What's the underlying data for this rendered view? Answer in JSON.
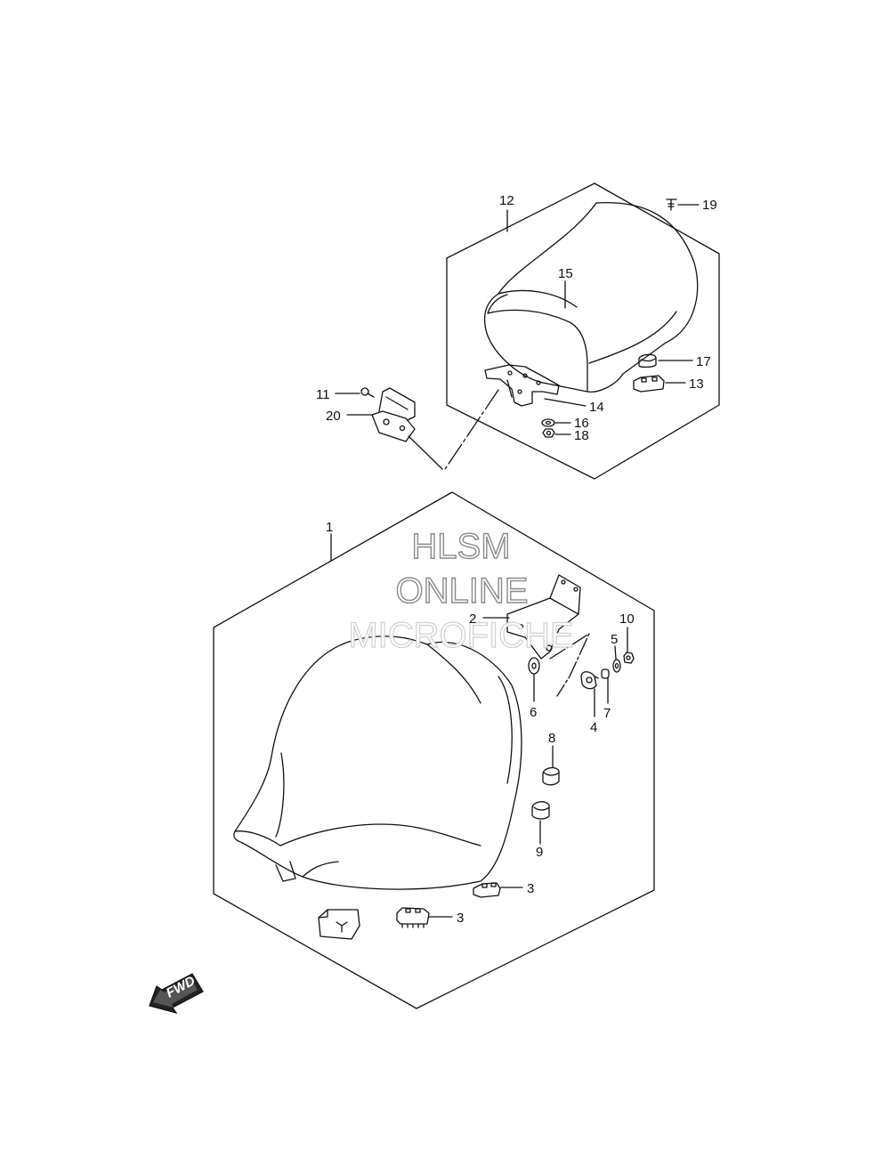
{
  "diagram": {
    "kind": "exploded parts diagram",
    "line_color": "#111111",
    "watermark": {
      "line1": "HLSM",
      "line2": "ONLINE",
      "line3": "MICROFICHE",
      "color": "#8a8a8a"
    },
    "fwd_arrow": {
      "label": "FWD"
    },
    "callouts": {
      "p1": "1",
      "p2": "2",
      "p3a": "3",
      "p3b": "3",
      "p4": "4",
      "p5": "5",
      "p6": "6",
      "p7": "7",
      "p8": "8",
      "p9": "9",
      "p10": "10",
      "p11": "11",
      "p12": "12",
      "p13": "13",
      "p14": "14",
      "p15": "15",
      "p16": "16",
      "p17": "17",
      "p18": "18",
      "p19": "19",
      "p20": "20"
    }
  }
}
